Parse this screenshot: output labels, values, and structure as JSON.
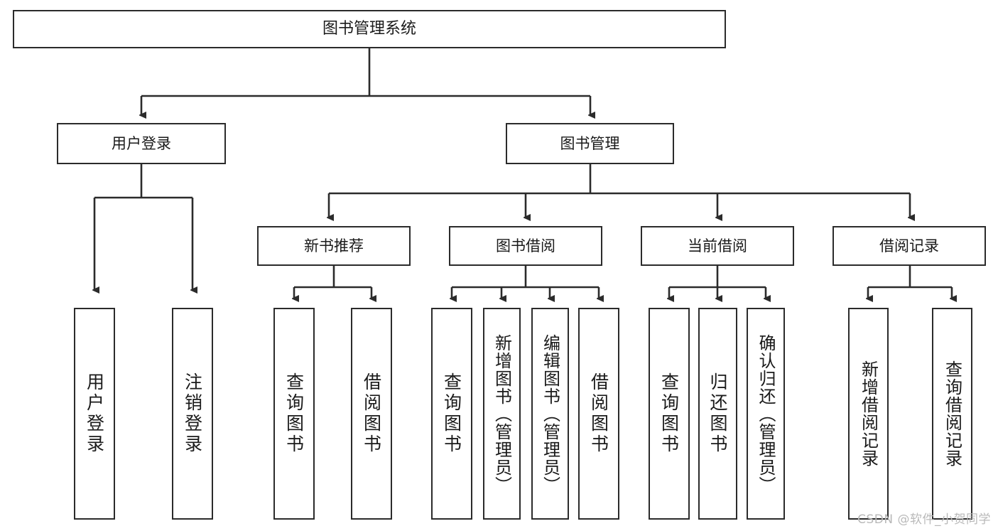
{
  "diagram": {
    "title": "图书管理系统",
    "type": "function-structure-tree",
    "colors": {
      "box_border": "#2b2b2b",
      "box_fill": "#ffffff",
      "edge": "#2b2b2b",
      "text": "#1a1a1a",
      "watermark": "#b9b9b9"
    },
    "nodes": {
      "root": {
        "label": "图书管理系统"
      },
      "level2": [
        {
          "id": "user-login",
          "label": "用户登录"
        },
        {
          "id": "book-manage",
          "label": "图书管理"
        }
      ],
      "level3": [
        {
          "id": "new-book-recommend",
          "label": "新书推荐"
        },
        {
          "id": "book-borrow",
          "label": "图书借阅"
        },
        {
          "id": "current-borrow",
          "label": "当前借阅"
        },
        {
          "id": "borrow-record",
          "label": "借阅记录"
        }
      ],
      "leaves": [
        {
          "id": "leaf-user-login",
          "label": "用户登录",
          "parent": "user-login"
        },
        {
          "id": "leaf-logout",
          "label": "注销登录",
          "parent": "user-login"
        },
        {
          "id": "leaf-query-book-1",
          "label": "查询图书",
          "parent": "new-book-recommend"
        },
        {
          "id": "leaf-borrow-book-1",
          "label": "借阅图书",
          "parent": "new-book-recommend"
        },
        {
          "id": "leaf-query-book-2",
          "label": "查询图书",
          "parent": "book-borrow"
        },
        {
          "id": "leaf-add-book",
          "label": "新增图书（管理员）",
          "parent": "book-borrow"
        },
        {
          "id": "leaf-edit-book",
          "label": "编辑图书（管理员）",
          "parent": "book-borrow"
        },
        {
          "id": "leaf-borrow-book-2",
          "label": "借阅图书",
          "parent": "book-borrow"
        },
        {
          "id": "leaf-query-book-3",
          "label": "查询图书",
          "parent": "current-borrow"
        },
        {
          "id": "leaf-return-book",
          "label": "归还图书",
          "parent": "current-borrow"
        },
        {
          "id": "leaf-confirm-return",
          "label": "确认归还（管理员）",
          "parent": "current-borrow"
        },
        {
          "id": "leaf-add-record",
          "label": "新增借阅记录",
          "parent": "borrow-record"
        },
        {
          "id": "leaf-query-record",
          "label": "查询借阅记录",
          "parent": "borrow-record"
        }
      ]
    }
  },
  "watermark": {
    "text": "CSDN @软件_小贺同学"
  }
}
